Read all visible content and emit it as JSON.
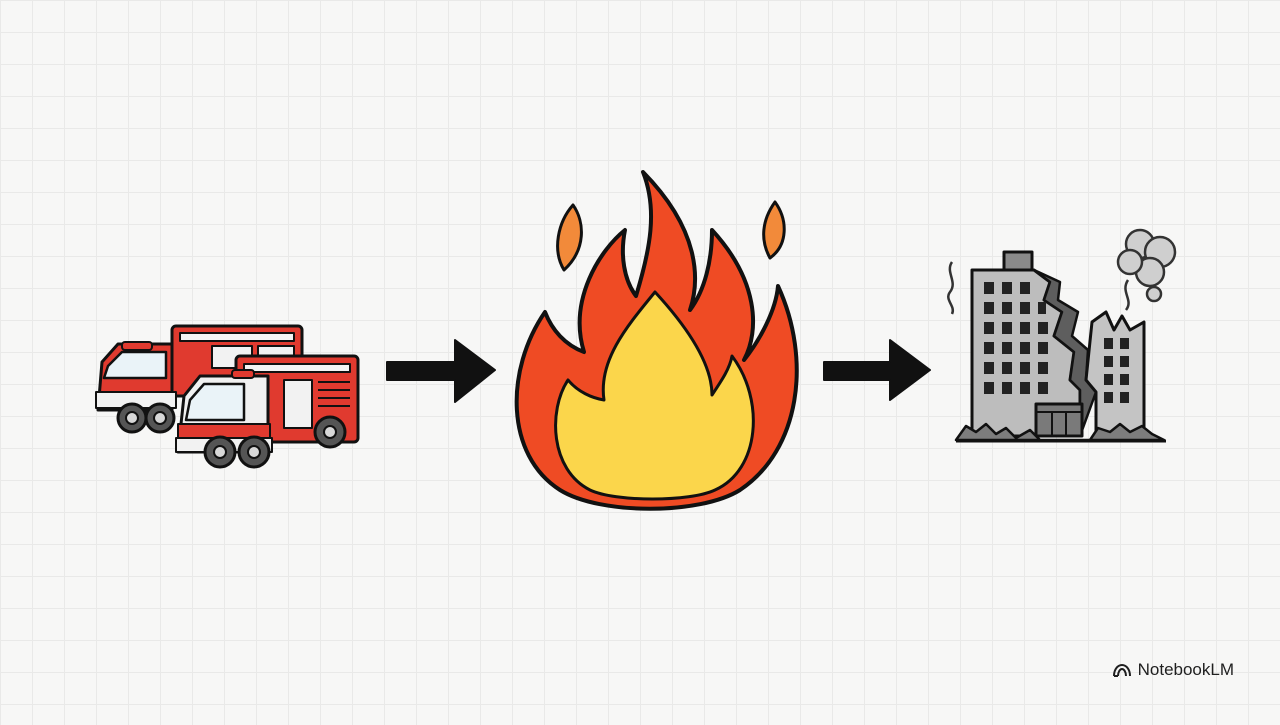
{
  "diagram": {
    "stages": [
      {
        "id": "fire-trucks",
        "icon": "fire-truck-icon"
      },
      {
        "id": "fire",
        "icon": "flame-icon"
      },
      {
        "id": "ruined-building",
        "icon": "collapsed-building-icon"
      }
    ],
    "arrows": [
      {
        "from": "fire-trucks",
        "to": "fire"
      },
      {
        "from": "fire",
        "to": "ruined-building"
      }
    ]
  },
  "watermark": {
    "label": "NotebookLM",
    "icon": "notebooklm-logo-icon"
  },
  "colors": {
    "background": "#f7f7f6",
    "grid": "#e9e9e8",
    "truck_red": "#e03a2f",
    "flame_outer": "#ef4b24",
    "flame_inner": "#fbd64b",
    "building_gray": "#bdbdbd",
    "ink": "#111111"
  }
}
